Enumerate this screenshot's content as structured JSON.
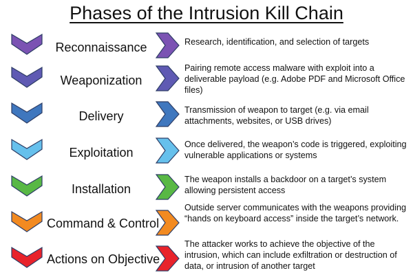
{
  "title": "Phases of the Intrusion Kill Chain",
  "phases": [
    {
      "name": "Reconnaissance",
      "color": "#7b53b3",
      "desc": "Research, identification, and selection of targets"
    },
    {
      "name": "Weaponization",
      "color": "#5f5ab3",
      "desc": "Pairing remote access malware with exploit into a deliverable payload (e.g. Adobe PDF and Microsoft Office files)"
    },
    {
      "name": "Delivery",
      "color": "#3f77be",
      "desc": "Transmission of weapon to target (e.g. via email attachments, websites, or USB drives)"
    },
    {
      "name": "Exploitation",
      "color": "#66c0ec",
      "desc": "Once delivered, the weapon’s code is triggered, exploiting vulnerable applications or systems"
    },
    {
      "name": "Installation",
      "color": "#58b845",
      "desc": "The weapon installs a backdoor on a target’s system allowing persistent access"
    },
    {
      "name": "Command & Control",
      "color": "#f28a21",
      "desc": "Outside server communicates with the weapons providing “hands on keyboard access” inside the target’s network."
    },
    {
      "name": "Actions on Objective",
      "color": "#e8232b",
      "desc": "The attacker works to achieve the objective of the intrusion, which can include exfiltration or destruction of data, or intrusion of another target"
    }
  ]
}
